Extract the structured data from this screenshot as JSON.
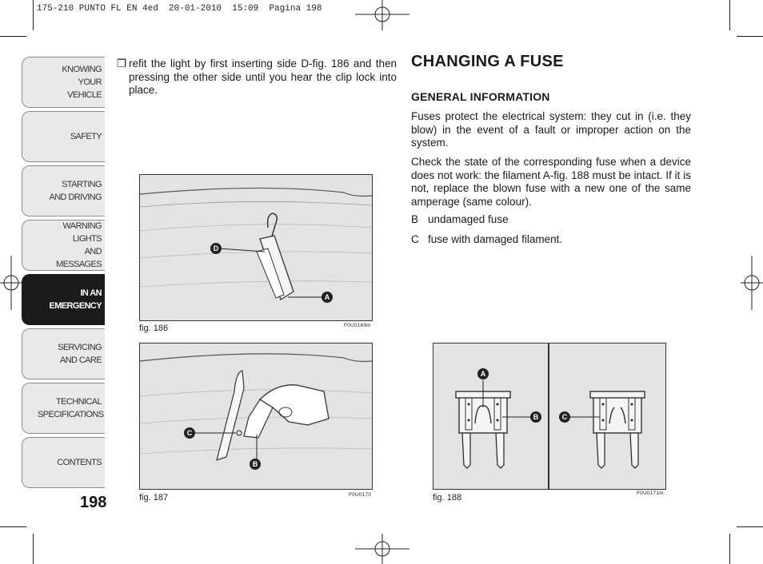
{
  "header": {
    "text": "175-210 PUNTO FL EN 4ed  20-01-2010  15:09  Pagina 198"
  },
  "sidebar": {
    "tabs": [
      {
        "label": "KNOWING YOUR VEHICLE",
        "lines": [
          "KNOWING",
          "YOUR",
          "VEHICLE"
        ]
      },
      {
        "label": "SAFETY",
        "lines": [
          "SAFETY"
        ]
      },
      {
        "label": "STARTING AND DRIVING",
        "lines": [
          "STARTING",
          "AND DRIVING"
        ]
      },
      {
        "label": "WARNING LIGHTS AND MESSAGES",
        "lines": [
          "WARNING LIGHTS",
          "AND MESSAGES"
        ]
      },
      {
        "label": "IN AN EMERGENCY",
        "lines": [
          "IN AN",
          "EMERGENCY"
        ],
        "active": true
      },
      {
        "label": "SERVICING AND CARE",
        "lines": [
          "SERVICING",
          "AND CARE"
        ]
      },
      {
        "label": "TECHNICAL SPECIFICATIONS",
        "lines": [
          "TECHNICAL",
          "SPECIFICATIONS"
        ]
      },
      {
        "label": "CONTENTS",
        "lines": [
          "CONTENTS"
        ]
      }
    ],
    "active_color": "#1a1a1a",
    "tab_color": "#e9e9e9"
  },
  "page_number": "198",
  "left_column": {
    "bullet": "❒",
    "text": "refit the light by first inserting side D-fig. 186 and then pressing the other side until you hear the clip lock into place."
  },
  "figures": {
    "fig186": {
      "caption": "fig. 186",
      "code": "F0U0169m",
      "callouts": [
        "D",
        "A"
      ]
    },
    "fig187": {
      "caption": "fig. 187",
      "code": "F0U0170",
      "callouts": [
        "C",
        "B"
      ]
    },
    "fig188": {
      "caption": "fig. 188",
      "code": "F0U0171m",
      "callouts": [
        "A",
        "B",
        "C"
      ]
    }
  },
  "right_column": {
    "title": "CHANGING A FUSE",
    "subtitle": "GENERAL INFORMATION",
    "para1": "Fuses protect the electrical system: they cut in (i.e. they blow) in the event of a fault or improper action on the system.",
    "para2": "Check the state of the corresponding fuse when a device does not work: the filament A-fig. 188 must be intact. If it is not, replace the blown fuse with a new one of the same amperage (same colour).",
    "legend": [
      {
        "key": "B",
        "text": "undamaged fuse"
      },
      {
        "key": "C",
        "text": "fuse with damaged filament."
      }
    ]
  }
}
